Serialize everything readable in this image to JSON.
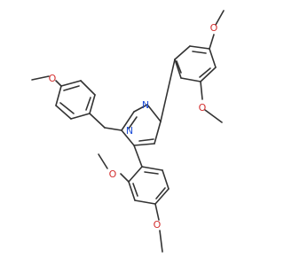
{
  "molecule": {
    "colors": {
      "carbon": "#333333",
      "oxygen": "#d32f2f",
      "nitrogen": "#1f4fd8",
      "background": "#ffffff"
    },
    "atoms": {
      "o_top_right": "O",
      "o_right_mid": "O",
      "o_left_top": "O",
      "n2": "N",
      "n1": "N",
      "o_lower_left": "O",
      "o_bottom": "O"
    }
  }
}
